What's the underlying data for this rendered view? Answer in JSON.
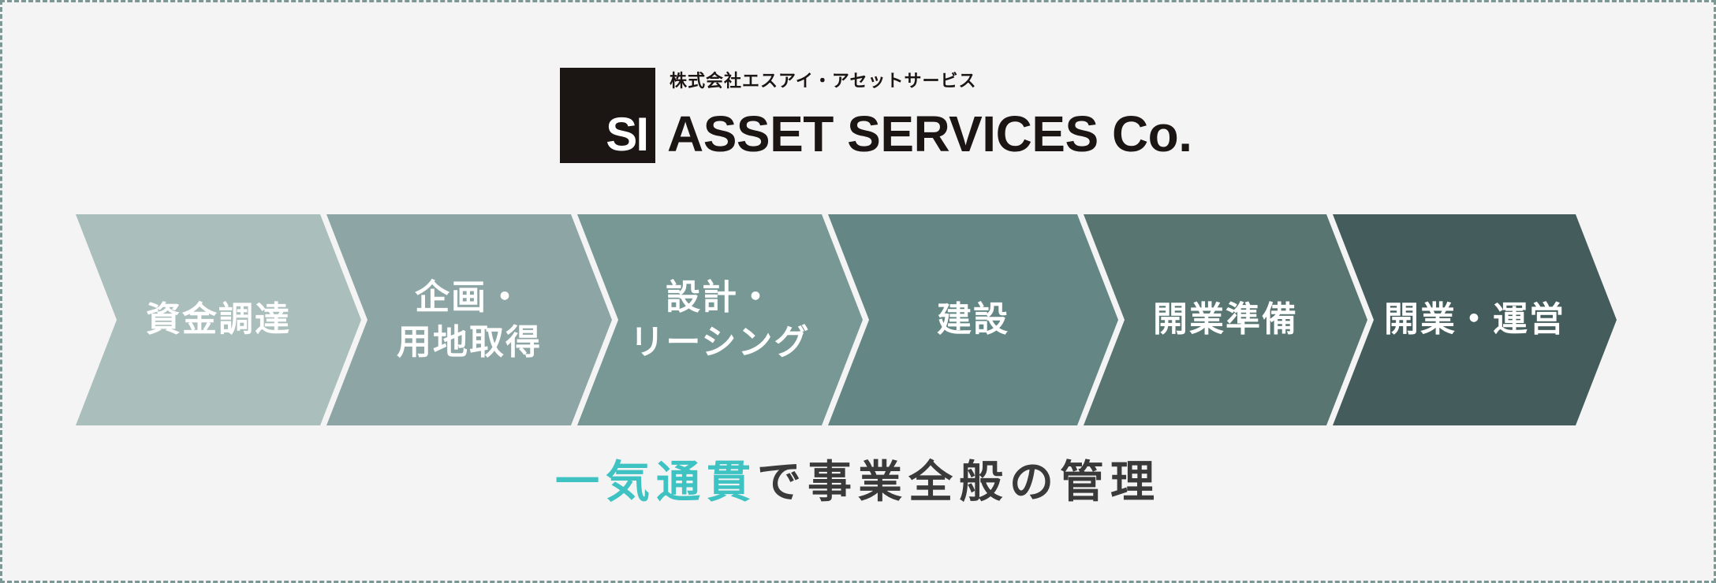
{
  "logo": {
    "mark": "SI",
    "company_jp": "株式会社エスアイ・アセットサービス",
    "company_en": "ASSET SERVICES Co."
  },
  "flow": {
    "steps": [
      {
        "label": "資金調達",
        "color": "#aabebc"
      },
      {
        "label": "企画・\n用地取得",
        "color": "#8da6a5"
      },
      {
        "label": "設計・\nリーシング",
        "color": "#789896"
      },
      {
        "label": "建設",
        "color": "#648786"
      },
      {
        "label": "開業準備",
        "color": "#587572"
      },
      {
        "label": "開業・運営",
        "color": "#445c5b"
      }
    ]
  },
  "tagline": {
    "highlight": "一気通貫",
    "rest": "で事業全般の管理",
    "highlight_color": "#3ec2c2"
  }
}
